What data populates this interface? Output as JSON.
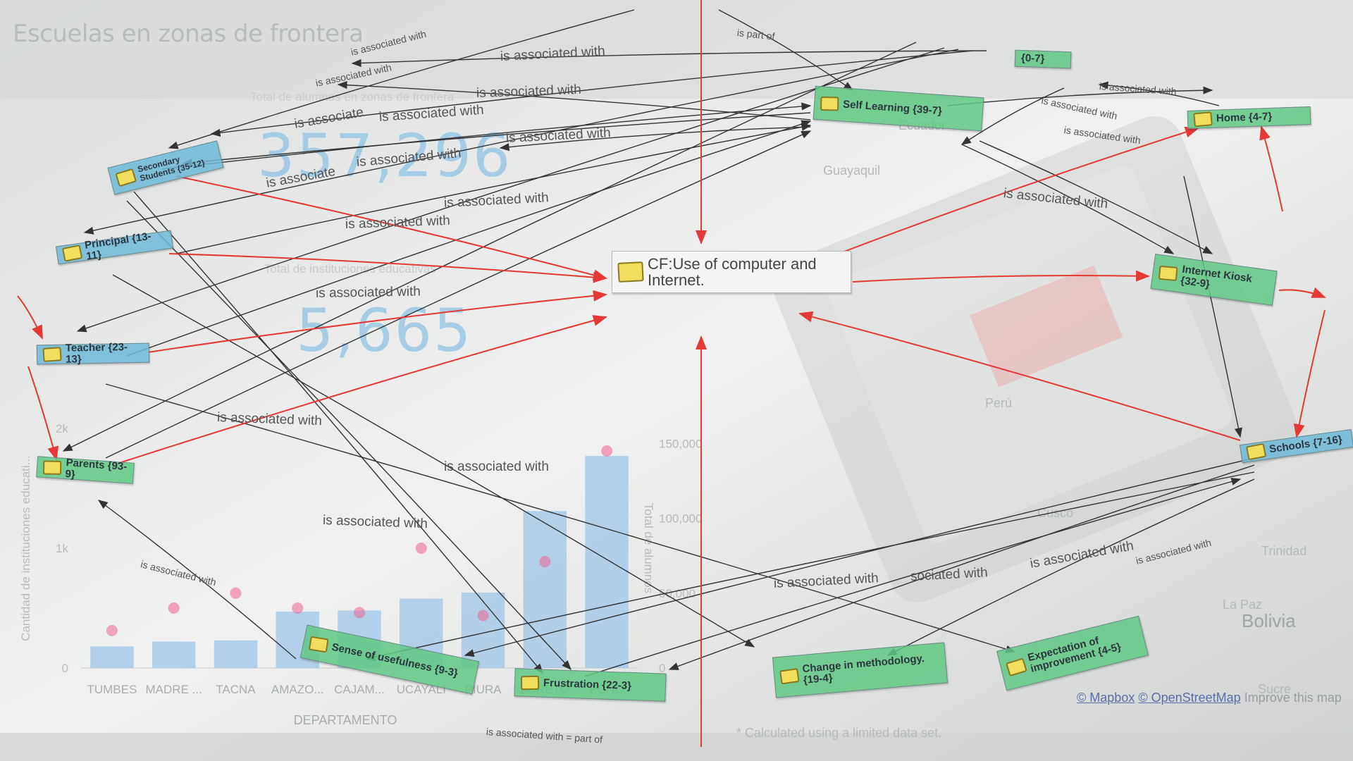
{
  "dashboard": {
    "title": "Escuelas en zonas de frontera",
    "kpi_students_label": "Total de alumnos en zonas de frontera",
    "kpi_students_value": "357,296",
    "kpi_schools_label": "Total de instituciones educativas",
    "kpi_schools_value": "5,665",
    "map_attribution": {
      "mapbox": "© Mapbox",
      "osm": "© OpenStreetMap",
      "improve": "Improve this map"
    },
    "map_labels": [
      "Ecuador",
      "Guayaquil",
      "Perú",
      "Trinidad",
      "La Paz",
      "Bolivia",
      "Sucre",
      "Cusco"
    ],
    "chart_footnote": "* Calculated using a limited data set."
  },
  "chart_data": {
    "type": "bar",
    "xlabel": "DEPARTAMENTO",
    "ylabel": "Cantidad de instituciones educati...",
    "y2label": "Total de alumnos",
    "categories": [
      "TUMBES",
      "MADRE ...",
      "TACNA",
      "AMAZO...",
      "CAJAM...",
      "UCAYALI",
      "PIURA",
      "LORETO",
      "PUNO"
    ],
    "ylim": [
      0,
      2000
    ],
    "yticks": [
      "0",
      "1k",
      "2k"
    ],
    "y2lim": [
      0,
      160000
    ],
    "y2ticks": [
      "0",
      "50,000",
      "100,000",
      "150,000"
    ],
    "series": [
      {
        "values": [
          180,
          220,
          230,
          470,
          480,
          580,
          630,
          1310,
          1770
        ],
        "color": "#9fc5e8"
      },
      {
        "values": [
          25000,
          40000,
          50000,
          40000,
          37000,
          80000,
          35000,
          71000,
          145000
        ],
        "color": "#f06292"
      }
    ]
  },
  "network": {
    "core_node": "CF:Use of computer and Internet.",
    "nodes": [
      {
        "id": "self",
        "label": "Self Learning {39-7}",
        "kind": "group"
      },
      {
        "id": "home",
        "label": "Home {4-7}",
        "kind": "group"
      },
      {
        "id": "kiosk",
        "label": "Internet Kiosk {32-9}",
        "kind": "group"
      },
      {
        "id": "schools",
        "label": "Schools {7-16}",
        "kind": "code"
      },
      {
        "id": "expect",
        "label": "Expectation of improvement {4-5}",
        "kind": "group"
      },
      {
        "id": "method",
        "label": "Change in methodology. {19-4}",
        "kind": "group"
      },
      {
        "id": "frustration",
        "label": "Frustration {22-3}",
        "kind": "group"
      },
      {
        "id": "sense",
        "label": "Sense of usefulness {9-3}",
        "kind": "group"
      },
      {
        "id": "parents",
        "label": "Parents {93-9}",
        "kind": "group"
      },
      {
        "id": "teacher",
        "label": "Teacher {23-13}",
        "kind": "code"
      },
      {
        "id": "principal",
        "label": "Principal {13-11}",
        "kind": "code"
      },
      {
        "id": "students",
        "label": "Secondary Students {35-12}",
        "kind": "code"
      },
      {
        "id": "top7",
        "label": "{0-7}",
        "kind": "group"
      }
    ],
    "relation_labels": {
      "associated": "is associated with",
      "part_of": "is part of",
      "sociated": "sociated with",
      "associate": "is associate",
      "bottom": "is associated with = part of"
    }
  }
}
